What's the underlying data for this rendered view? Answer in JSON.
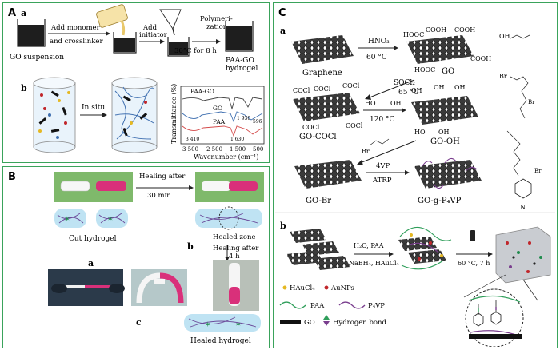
{
  "panelA": {
    "letter": "A",
    "sub_a": "a",
    "sub_b": "b",
    "step_labels": [
      "Add monomer",
      "and crosslinker",
      "Add",
      "initiator",
      "Polymeri-",
      "zation",
      "30°C for 8 h"
    ],
    "start_label": "GO suspension",
    "end_label_1": "PAA-GO",
    "end_label_2": "hydrogel",
    "in_situ": "In situ",
    "spectrum": {
      "ylabel": "Transmittance (%)",
      "xlabel": "Wavenumber (cm⁻¹)",
      "ticks": [
        "3 500",
        "2 500",
        "1 500",
        "500"
      ],
      "series": [
        "PAA-GO",
        "GO",
        "PAA"
      ],
      "annotations": [
        "3 410",
        "1 930",
        "1 630",
        "596"
      ]
    }
  },
  "panelB": {
    "letter": "B",
    "heal1_1": "Healing after",
    "heal1_2": "30 min",
    "cut_label": "Cut hydrogel",
    "healed_zone": "Healed zone",
    "heal2_1": "Healing after",
    "heal2_2": "4 h",
    "sub_a": "a",
    "sub_b": "b",
    "sub_c": "c",
    "healed_label": "Healed hydrogel"
  },
  "panelC": {
    "letter": "C",
    "sub_a": "a",
    "sub_b": "b",
    "graphene": "Graphene",
    "hno3": "HNO₃",
    "temp60": "60 °C",
    "go": "GO",
    "socl2": "SOCl₂",
    "temp65": "65 °C",
    "temp120": "120 °C",
    "go_cocl": "GO-COCl",
    "go_oh": "GO-OH",
    "go_br": "GO-Br",
    "vp4": "4VP",
    "atrp": "ATRP",
    "go_g": "GO-g-P₄VP",
    "cooh": "COOH",
    "hooc": "HOOC",
    "cocl": "COCl",
    "oh": "OH",
    "ho": "HO",
    "br": "Br",
    "n": "N",
    "h2o_paa": "H₂O, PAA",
    "nabh4": "NaBH₄, HAuCl₄",
    "temp60h": "60 °C, 7 h",
    "legend": [
      "HAuCl₄",
      "AuNPs",
      "PAA",
      "P₄VP",
      "GO",
      "Hydrogen bond"
    ]
  },
  "colors": {
    "panel_border": "#3aa35b",
    "paa": "#2f9e5a",
    "p4vp": "#7a3e8e",
    "au": "#e5b822",
    "aunp": "#c0262b",
    "spec_blue": "#3f6fb0",
    "spec_red": "#d44b4b",
    "gel_pink": "#d9307a"
  }
}
